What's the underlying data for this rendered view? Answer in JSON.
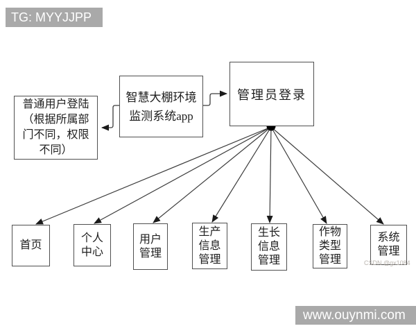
{
  "watermarks": {
    "top_badge": "TG: MYYJJPP",
    "bottom_badge": "www.ouynmi.com",
    "csdn": "CSDN @gx1084"
  },
  "colors": {
    "background": "#ffffff",
    "badge_bg": "#a9a9a9",
    "badge_text": "#ffffff",
    "node_border": "#4f4f4f",
    "node_text": "#1e1e1e",
    "connector": "#3c3c3c",
    "junction_dot": "#000000",
    "csdn_text": "#b9b4ae"
  },
  "diagram": {
    "type": "flowchart",
    "nodes": {
      "normal_user_login": "普通用户登陆\n（根据所属部\n门不同，权限\n不同）",
      "app": "智慧大棚环境\n监测系统app",
      "admin_login": "管理员登录",
      "children": [
        "首页",
        "个人\n中心",
        "用户\n管理",
        "生产\n信息\n管理",
        "生长\n信息\n管理",
        "作物\n类型\n管理",
        "系统\n管理"
      ]
    },
    "edges": [
      "app -> normal_user_login",
      "app -> admin_login",
      "admin_login -> 首页",
      "admin_login -> 个人中心",
      "admin_login -> 用户管理",
      "admin_login -> 生产信息管理",
      "admin_login -> 生长信息管理",
      "admin_login -> 作物类型管理",
      "admin_login -> 系统管理"
    ]
  }
}
